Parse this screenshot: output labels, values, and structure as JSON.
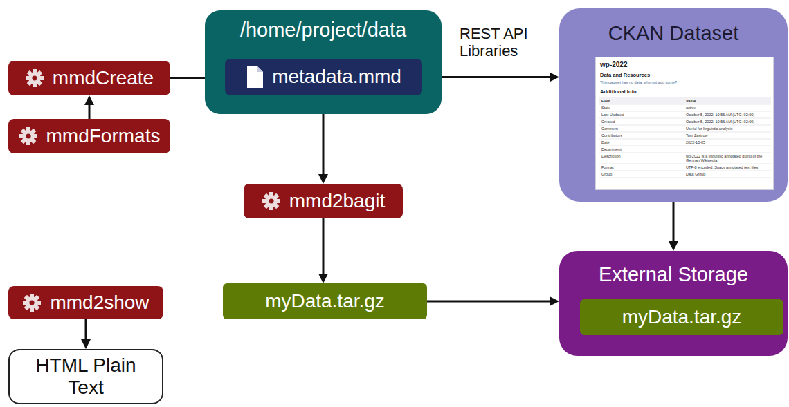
{
  "diagram": {
    "nodes": [
      {
        "text": [
          "/home/project/data"
        ]
      },
      {
        "text": [
          "metadata.mmd"
        ],
        "in": 0
      },
      {
        "text": [
          "mmdCreate"
        ]
      },
      {
        "text": [
          "mmdFormats"
        ]
      },
      {
        "text": [
          "CKAN Dataset"
        ]
      },
      {
        "text": [
          "mmd2bagit"
        ]
      },
      {
        "text": [
          "myData.tar.gz"
        ]
      },
      {
        "text": [
          "External Storage"
        ]
      },
      {
        "text": [
          "myData.tar.gz"
        ],
        "in": 7
      },
      {
        "text": [
          "mmd2show"
        ]
      },
      {
        "text": [
          "HTML Plain Text"
        ]
      }
    ],
    "edges": [
      {
        "from": 3,
        "to": 2,
        "arrow": "to"
      },
      {
        "from": 2,
        "to": 1,
        "arrow": "to"
      },
      {
        "from": 1,
        "to": 4,
        "label": "REST API Libraries",
        "arrow": "to"
      },
      {
        "from": 0,
        "to": 5,
        "arrow": "to"
      },
      {
        "from": 5,
        "to": 6,
        "arrow": "to"
      },
      {
        "from": 6,
        "to": 7,
        "arrow": "to"
      },
      {
        "from": 4,
        "to": 7,
        "arrow": "to"
      },
      {
        "from": 9,
        "to": 10,
        "arrow": "to"
      }
    ],
    "labels": [
      "wp-2022",
      "Data and Resources",
      "This dataset has no data, why not add some?",
      "Additional Info",
      "Field",
      "Value",
      "State",
      "active",
      "Last Updated",
      "October 5, 2022, 10:56 AM (UTC+02:00)",
      "Created",
      "October 5, 2022, 10:56 AM (UTC+02:00)",
      "Comment",
      "Useful for linguistic analysis",
      "Contributors",
      "Tom Zastrow",
      "Date",
      "2022-10-05",
      "Department",
      "Description",
      "wp-2022 is a linguistic annotated dump of the German Wikipedia",
      "Format",
      "UTF-8 encoded, Spacy annotated text files",
      "Group",
      "Data Group"
    ]
  }
}
